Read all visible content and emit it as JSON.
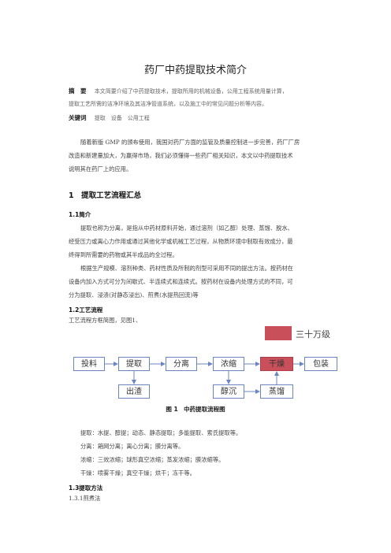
{
  "title": "药厂中药提取技术简介",
  "abstract": {
    "label": "摘　要",
    "text1": "本文简要介绍了中药提取技术，提取所用的机械设备，公用工程系统用量计算，",
    "text2": "提取工艺所需的洁净环境及其洁净管道系统，以及施工中的常见问题分析等内容。"
  },
  "keywords": {
    "label": "关键词",
    "text": "提取　设备　公用工程"
  },
  "intro": {
    "l1": "随着新版 GMP 的颁布使用，我国对药厂方面的监管及质量控制进一步完善，药厂厂房",
    "l2": "改造和新建量加大，为赢得市场，我们必须懂得一些药厂相关知识，本文以中药提取技术",
    "l3": "说明其在药厂上的应用。"
  },
  "section1": {
    "heading": "1　提取工艺流程汇总"
  },
  "s11": {
    "heading": "1.1简介",
    "p1l1": "提取也称为分离，是指从中药材原料开始，通过溶剂（如乙醇）处理、蒸馏、脱水、",
    "p1l2": "经受压力或离心力作用或通过其他化学或机械工艺过程，从物质环境中制取有效成分，最",
    "p1l3": "终得到所需要的药物或其半成品的全过程。",
    "p2l1": "根据生产规模、溶剂种类、药材性质及所制的剂型可采用不同的提出方法。按药材在",
    "p2l2": "设备内加入方式可分为间歇式、半连续式和连续式。按药材在设备内处理方式的不同，可",
    "p2l3": "分为提取、浸渍(对静态浸出)、煎煮(水提热回流)等"
  },
  "s12": {
    "heading": "1.2工艺流程",
    "text": "工艺流程方框简图，见图1、"
  },
  "flowchart": {
    "legend": "三十万级",
    "nodes": {
      "tiliao": "投料",
      "tiqu": "提取",
      "fenli": "分离",
      "nongsuo": "浓缩",
      "ganzao": "干燥",
      "baozhuang": "包装",
      "chuzha": "出渣",
      "jiuchen": "醇沉",
      "zhengliu": "蒸馏"
    },
    "highlight_color": "#c9505b",
    "border_color": "#6b84c2",
    "caption": "图 1　中药提取流程图"
  },
  "methods": {
    "tiqu": "提取：水提、醇提；动态、静态提取；多能提取、索氏提取等。",
    "fenli": "分离：箱网分离；离心分离；膜分离等。",
    "nongsuo": "浓缩：三效浓缩；球形真空浓缩；蒸发浓缩；膜浓缩等。",
    "ganzao": "干燥：喷雾干燥；真空干燥；烘干；冻干等。"
  },
  "s13": {
    "heading": "1.3提取方法",
    "sub": "1.3.1煎煮法"
  }
}
